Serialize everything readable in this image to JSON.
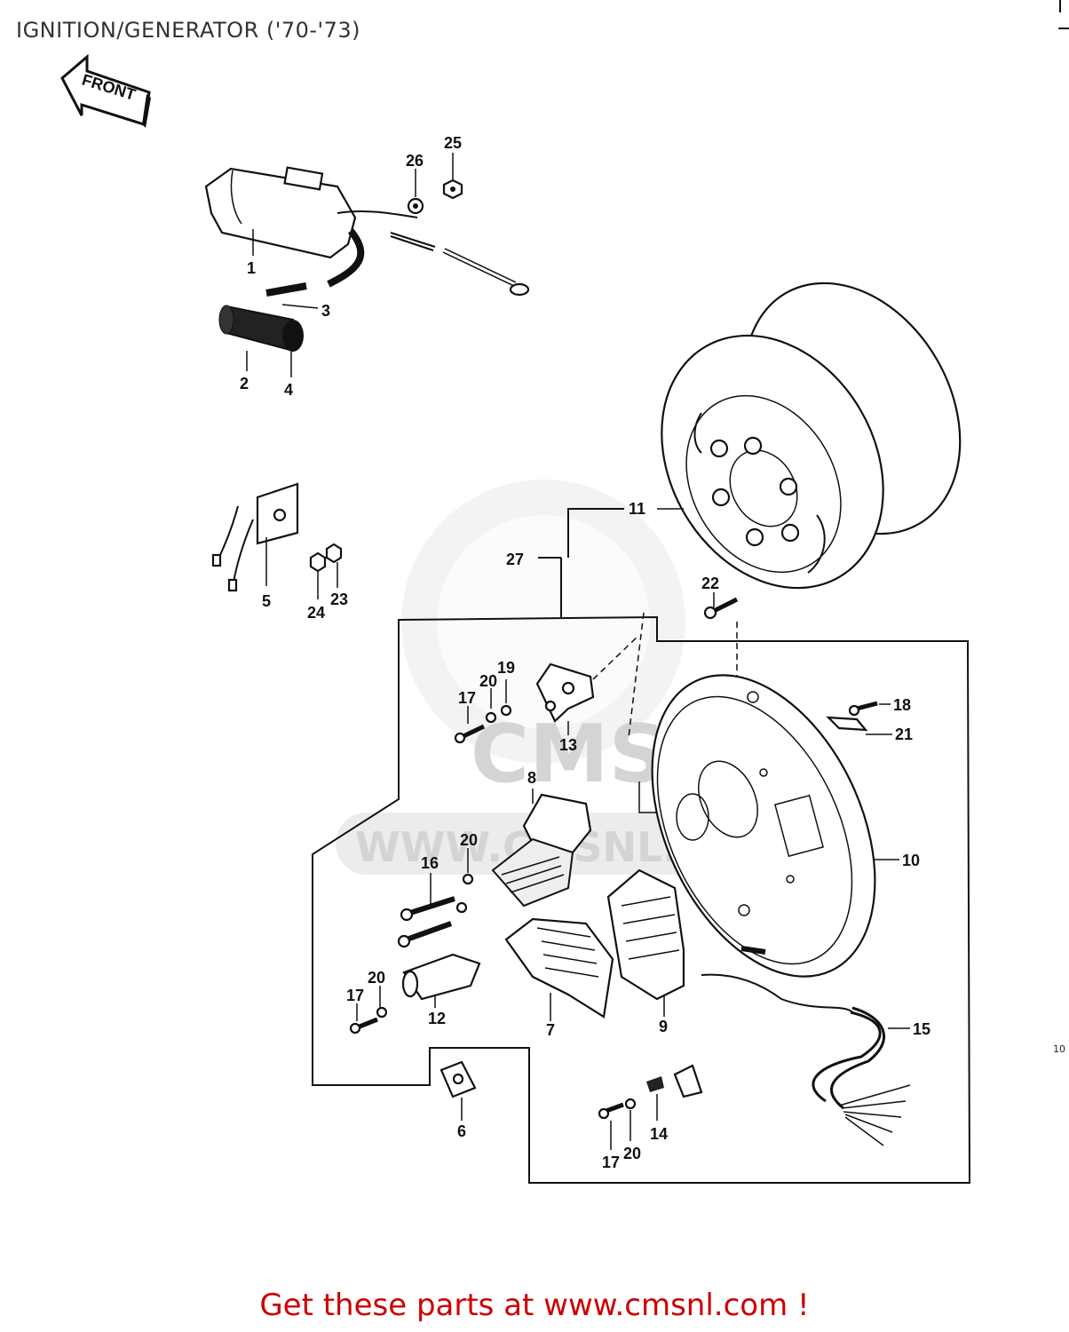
{
  "title": "IGNITION/GENERATOR ('70-'73)",
  "footer": "Get these parts at www.cmsnl.com !",
  "front_arrow_label": "FRONT",
  "corner_code": "10",
  "watermark": {
    "logo_text": "CMS",
    "url_text": "WWW.CMSNL.COM"
  },
  "callouts": {
    "c1": "1",
    "c2": "2",
    "c3": "3",
    "c4": "4",
    "c5": "5",
    "c6": "6",
    "c7": "7",
    "c8": "8",
    "c9": "9",
    "c10": "10",
    "c11": "11",
    "c12": "12",
    "c13": "13",
    "c14": "14",
    "c15": "15",
    "c16": "16",
    "c17a": "17",
    "c17b": "17",
    "c17c": "17",
    "c18": "18",
    "c19": "19",
    "c20a": "20",
    "c20b": "20",
    "c20c": "20",
    "c20d": "20",
    "c21": "21",
    "c22": "22",
    "c23": "23",
    "c24": "24",
    "c25": "25",
    "c26": "26",
    "c27": "27"
  }
}
